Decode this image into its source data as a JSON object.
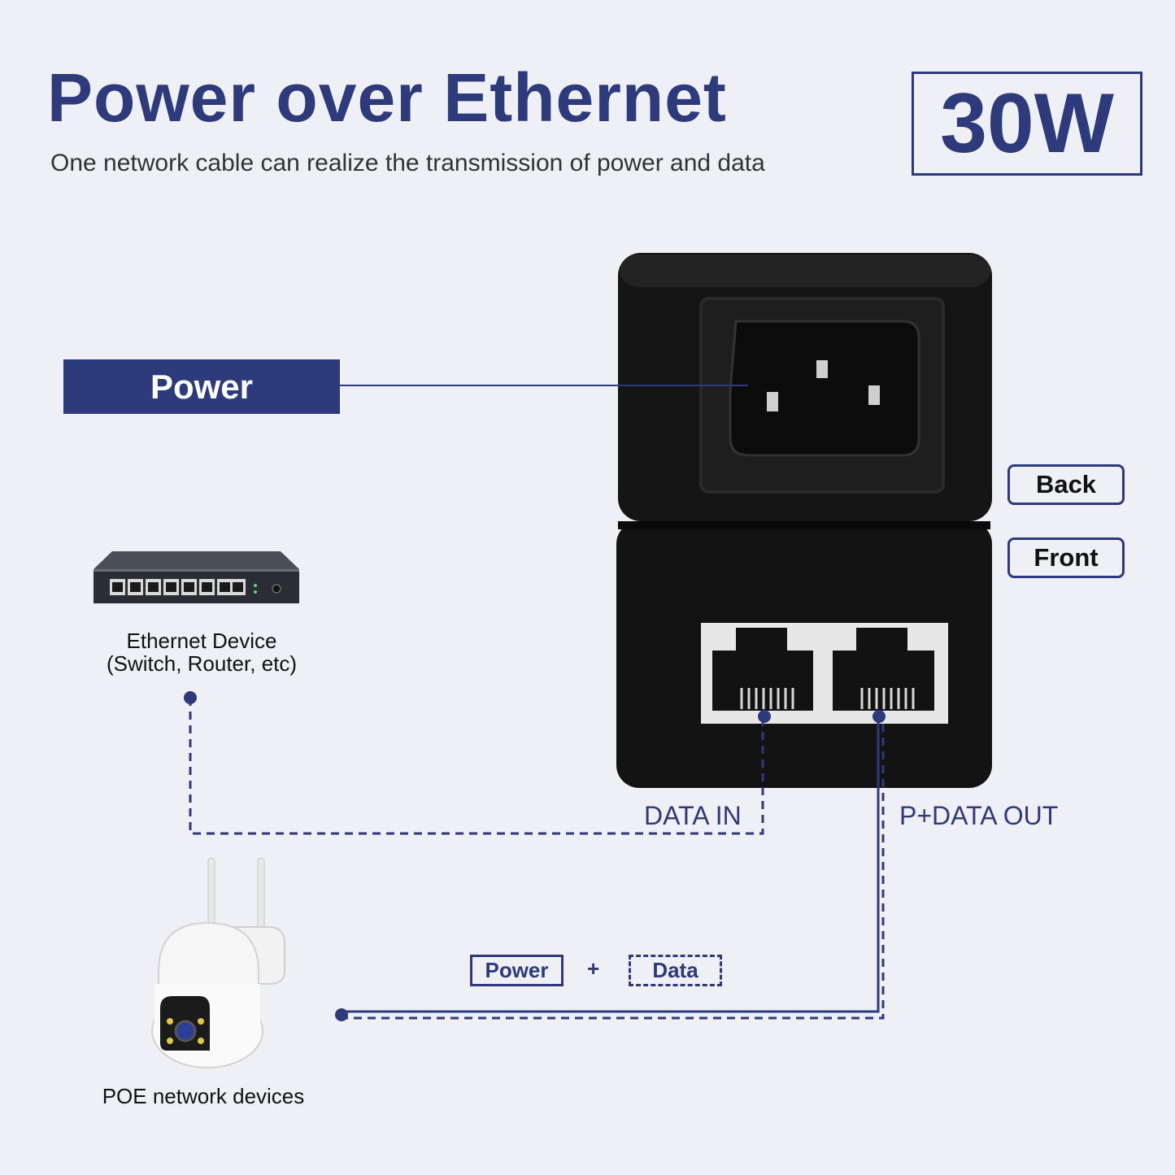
{
  "header": {
    "title": "Power over Ethernet",
    "subtitle": "One network cable can realize the transmission of power and data",
    "wattage": "30W"
  },
  "labels": {
    "power": "Power",
    "back": "Back",
    "front": "Front",
    "ethernet_device_line1": "Ethernet Device",
    "ethernet_device_line2": "(Switch, Router, etc)",
    "data_in": "DATA IN",
    "pdata_out": "P+DATA OUT",
    "poe_devices": "POE network devices"
  },
  "legend": {
    "power": "Power",
    "plus": "+",
    "data": "Data"
  },
  "colors": {
    "accent": "#2d3a7c",
    "background": "#eef0f5",
    "device_body": "#151515"
  },
  "icons": [
    "poe-injector",
    "ac-power-socket-icon",
    "rj45-port-icon",
    "network-switch-icon",
    "ip-camera-icon"
  ]
}
